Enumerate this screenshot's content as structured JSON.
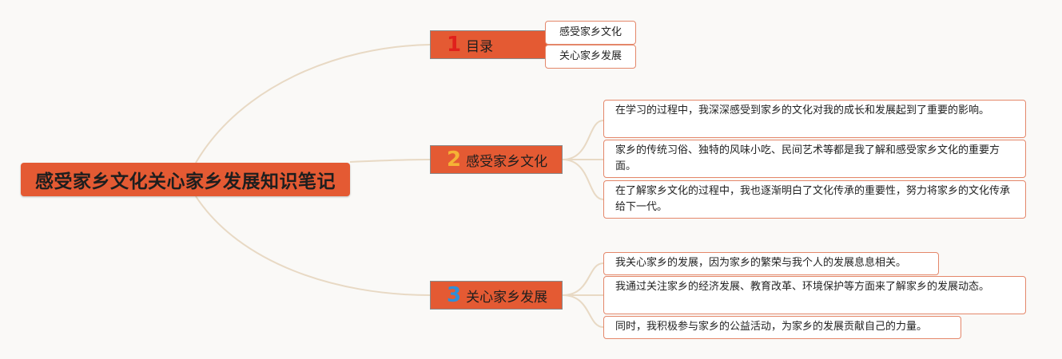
{
  "root": {
    "title": "感受家乡文化关心家乡发展知识笔记"
  },
  "colors": {
    "node_fill": "#e45a33",
    "connector": "#e8d9c4",
    "leaf_border": "#e4876a",
    "num1": "#e0201c",
    "num2": "#f5b335",
    "num3": "#2f8fd8"
  },
  "branches": [
    {
      "number": "1",
      "label": "目录",
      "leaves": [
        "感受家乡文化",
        "关心家乡发展"
      ]
    },
    {
      "number": "2",
      "label": "感受家乡文化",
      "leaves": [
        "在学习的过程中，我深深感受到家乡的文化对我的成长和发展起到了重要的影响。",
        "家乡的传统习俗、独特的风味小吃、民间艺术等都是我了解和感受家乡文化的重要方面。",
        "在了解家乡文化的过程中，我也逐渐明白了文化传承的重要性，努力将家乡的文化传承给下一代。"
      ]
    },
    {
      "number": "3",
      "label": "关心家乡发展",
      "leaves": [
        "我关心家乡的发展，因为家乡的繁荣与我个人的发展息息相关。",
        "我通过关注家乡的经济发展、教育改革、环境保护等方面来了解家乡的发展动态。",
        "同时，我积极参与家乡的公益活动，为家乡的发展贡献自己的力量。"
      ]
    }
  ]
}
